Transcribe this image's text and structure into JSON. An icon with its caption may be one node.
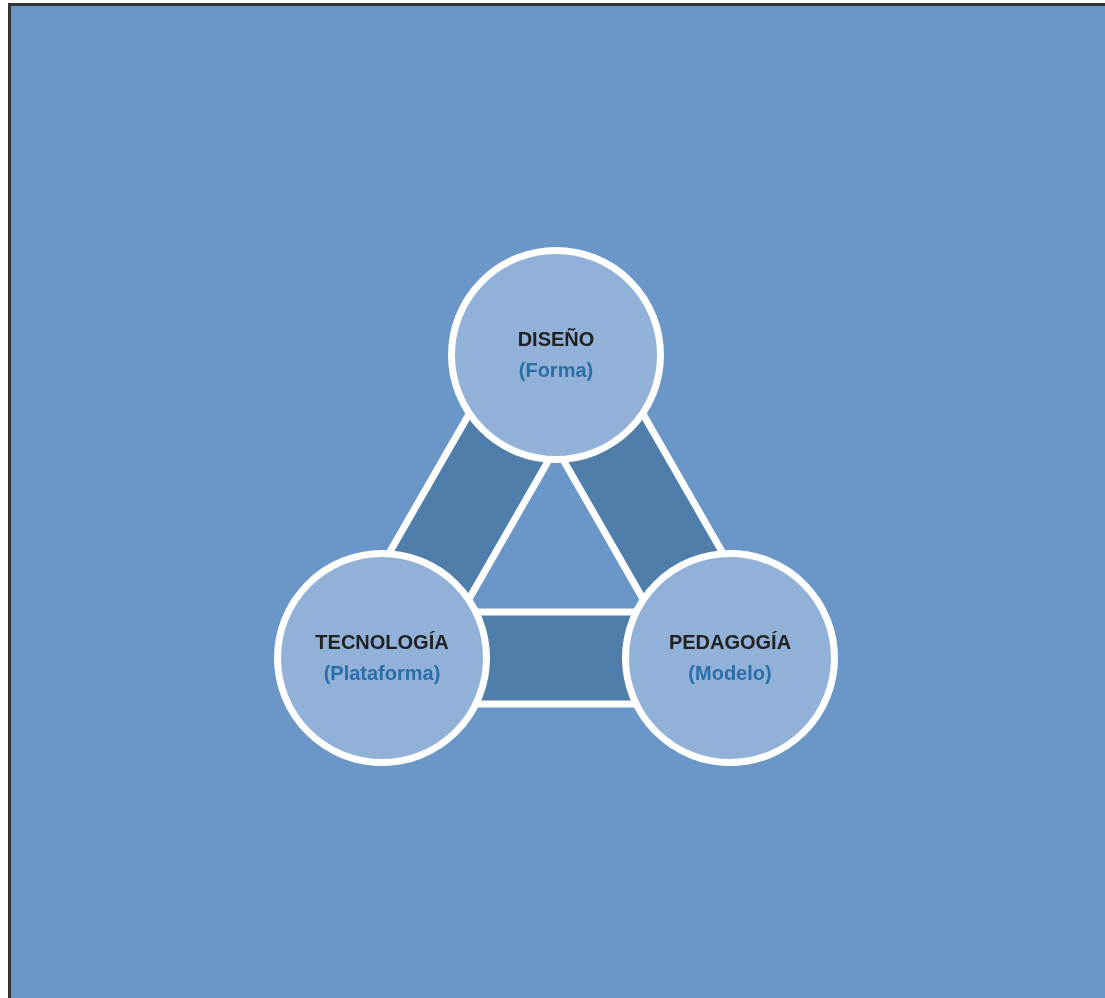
{
  "diagram": {
    "nodes": [
      {
        "text": [
          "DISEÑO",
          "(Forma)"
        ]
      },
      {
        "text": [
          "TECNOLOGÍA",
          "(Plataforma)"
        ]
      },
      {
        "text": [
          "PEDAGOGÍA",
          "(Modelo)"
        ]
      }
    ],
    "edges": [
      {
        "from": 0,
        "to": 1,
        "arrow": "none",
        "style": "thick"
      },
      {
        "from": 0,
        "to": 2,
        "arrow": "none",
        "style": "thick"
      },
      {
        "from": 1,
        "to": 2,
        "arrow": "none",
        "style": "thick"
      }
    ]
  }
}
